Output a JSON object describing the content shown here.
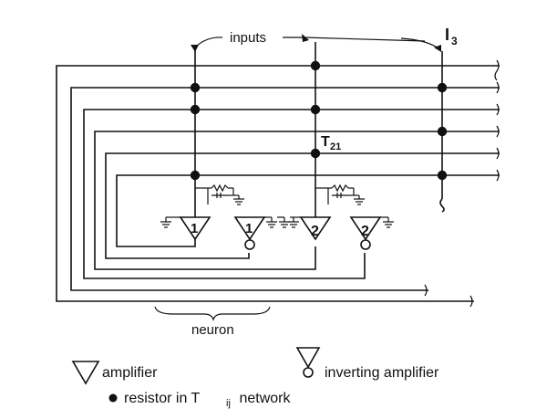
{
  "diagram": {
    "inputs_label": "inputs",
    "input_current_label": "I",
    "input_current_subscript": "3",
    "connection_label": "T",
    "connection_subscript": "21",
    "amplifier_1_label": "1",
    "inverting_amplifier_1_label": "1",
    "amplifier_2_label": "2",
    "inverting_amplifier_2_label": "2",
    "neuron_label": "neuron"
  },
  "legend": {
    "amplifier_label": "amplifier",
    "inverting_amplifier_label": "inverting amplifier",
    "resistor_label": "resistor in T",
    "resistor_subscript": "ij",
    "resistor_suffix": " network"
  }
}
